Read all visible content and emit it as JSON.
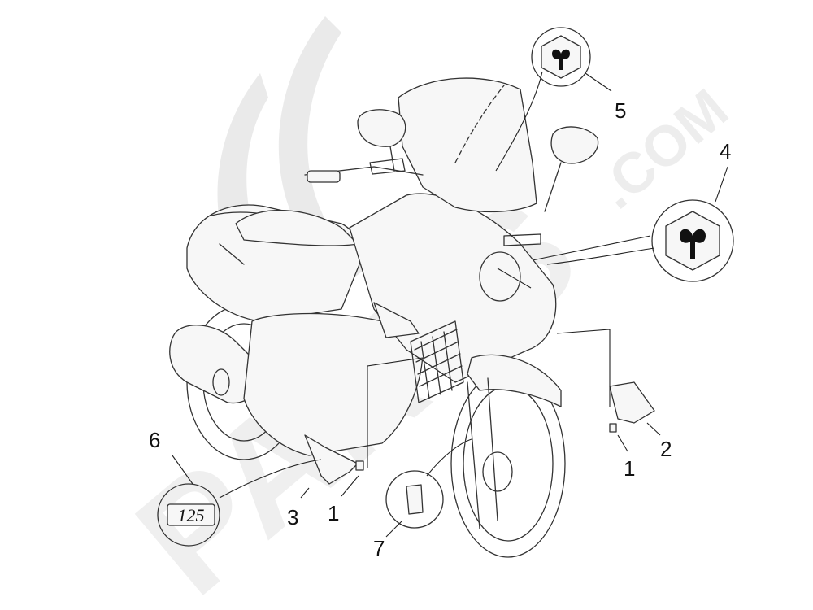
{
  "watermark": {
    "brand_text": "PARTS",
    "domain_text": ".COM",
    "color": "#d9d9d9"
  },
  "callouts": [
    {
      "id": "1",
      "label": "1"
    },
    {
      "id": "1b",
      "label": "1"
    },
    {
      "id": "2",
      "label": "2"
    },
    {
      "id": "3",
      "label": "3"
    },
    {
      "id": "4",
      "label": "4"
    },
    {
      "id": "5",
      "label": "5"
    },
    {
      "id": "6",
      "label": "6"
    },
    {
      "id": "7",
      "label": "7"
    }
  ],
  "badges": {
    "displacement_text": "125",
    "logo_icon": "piaggio-logo-icon"
  },
  "colors": {
    "line": "#222222",
    "background": "#ffffff"
  }
}
